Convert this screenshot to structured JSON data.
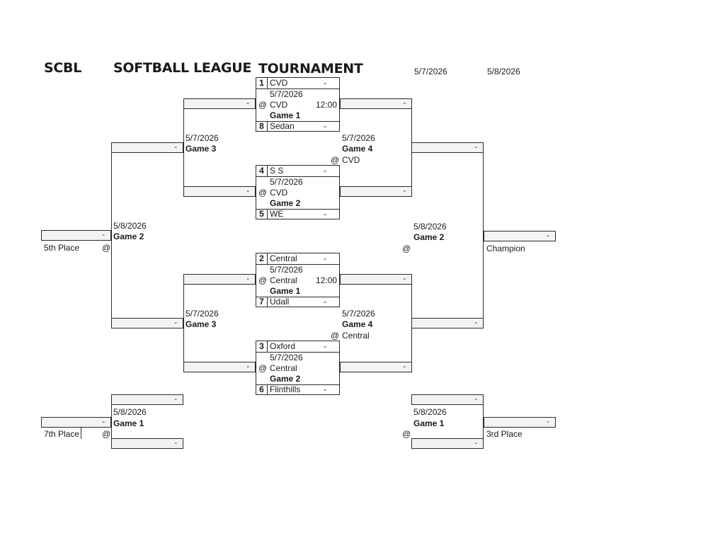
{
  "header": {
    "league_abbr": "SCBL",
    "title_1": "SOFTBALL  LEAGUE",
    "title_2": "TOURNAMENT",
    "date_col_1": "5/7/2026",
    "date_col_2": "5/8/2026"
  },
  "matchups": [
    {
      "top_seed": "1",
      "top_team": "CVD",
      "top_score": "-",
      "date": "5/7/2026",
      "site": "CVD",
      "time": "12:00",
      "game": "Game 1",
      "bot_seed": "8",
      "bot_team": "Sedan",
      "bot_score": "-"
    },
    {
      "top_seed": "4",
      "top_team": "S S",
      "top_score": "-",
      "date": "5/7/2026",
      "site": "CVD",
      "time": "",
      "game": "Game 2",
      "bot_seed": "5",
      "bot_team": "WE",
      "bot_score": "-"
    },
    {
      "top_seed": "2",
      "top_team": "Central",
      "top_score": "-",
      "date": "5/7/2026",
      "site": "Central",
      "time": "12:00",
      "game": "Game 1",
      "bot_seed": "7",
      "bot_team": "Udall",
      "bot_score": "-"
    },
    {
      "top_seed": "3",
      "top_team": "Oxford",
      "top_score": "-",
      "date": "5/7/2026",
      "site": "Central",
      "time": "",
      "game": "Game 2",
      "bot_seed": "6",
      "bot_team": "Flinthills",
      "bot_score": "-"
    }
  ],
  "labels": {
    "at": "@",
    "dash": "-",
    "date_57": "5/7/2026",
    "date_58": "5/8/2026",
    "game1": "Game 1",
    "game2": "Game 2",
    "game3": "Game 3",
    "game4": "Game 4",
    "site_cvd": "CVD",
    "site_central": "Central",
    "fifth_place": "5th Place",
    "seventh_place": "7th Place",
    "champion": "Champion",
    "third_place": "3rd Place"
  }
}
